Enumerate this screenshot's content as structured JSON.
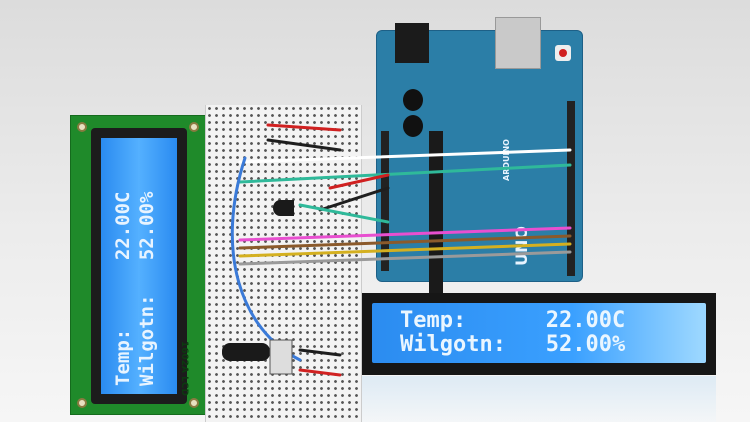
{
  "lcd_vertical": {
    "line1_label": "Temp:",
    "line1_value": "22.00C",
    "line2_label": "Wilgotn:",
    "line2_value": "52.00%",
    "model": "1602A LCD"
  },
  "lcd_horizontal": {
    "line1_label": "Temp:",
    "line1_value": "22.00C",
    "line2_label": "Wilgotn:",
    "line2_value": "52.00%"
  },
  "arduino": {
    "brand": "ARDUINO",
    "model": "UNO"
  },
  "colors": {
    "lcd_pcb": "#1f8a2a",
    "lcd_screen": "#2a8bf0",
    "arduino": "#2b7ea7",
    "wires": [
      "#ffffff",
      "#2fb99a",
      "#e84fd0",
      "#8b5a2b",
      "#d4b020",
      "#9a9a9a",
      "#1e1e1e",
      "#d02020",
      "#3a7ad8"
    ]
  }
}
